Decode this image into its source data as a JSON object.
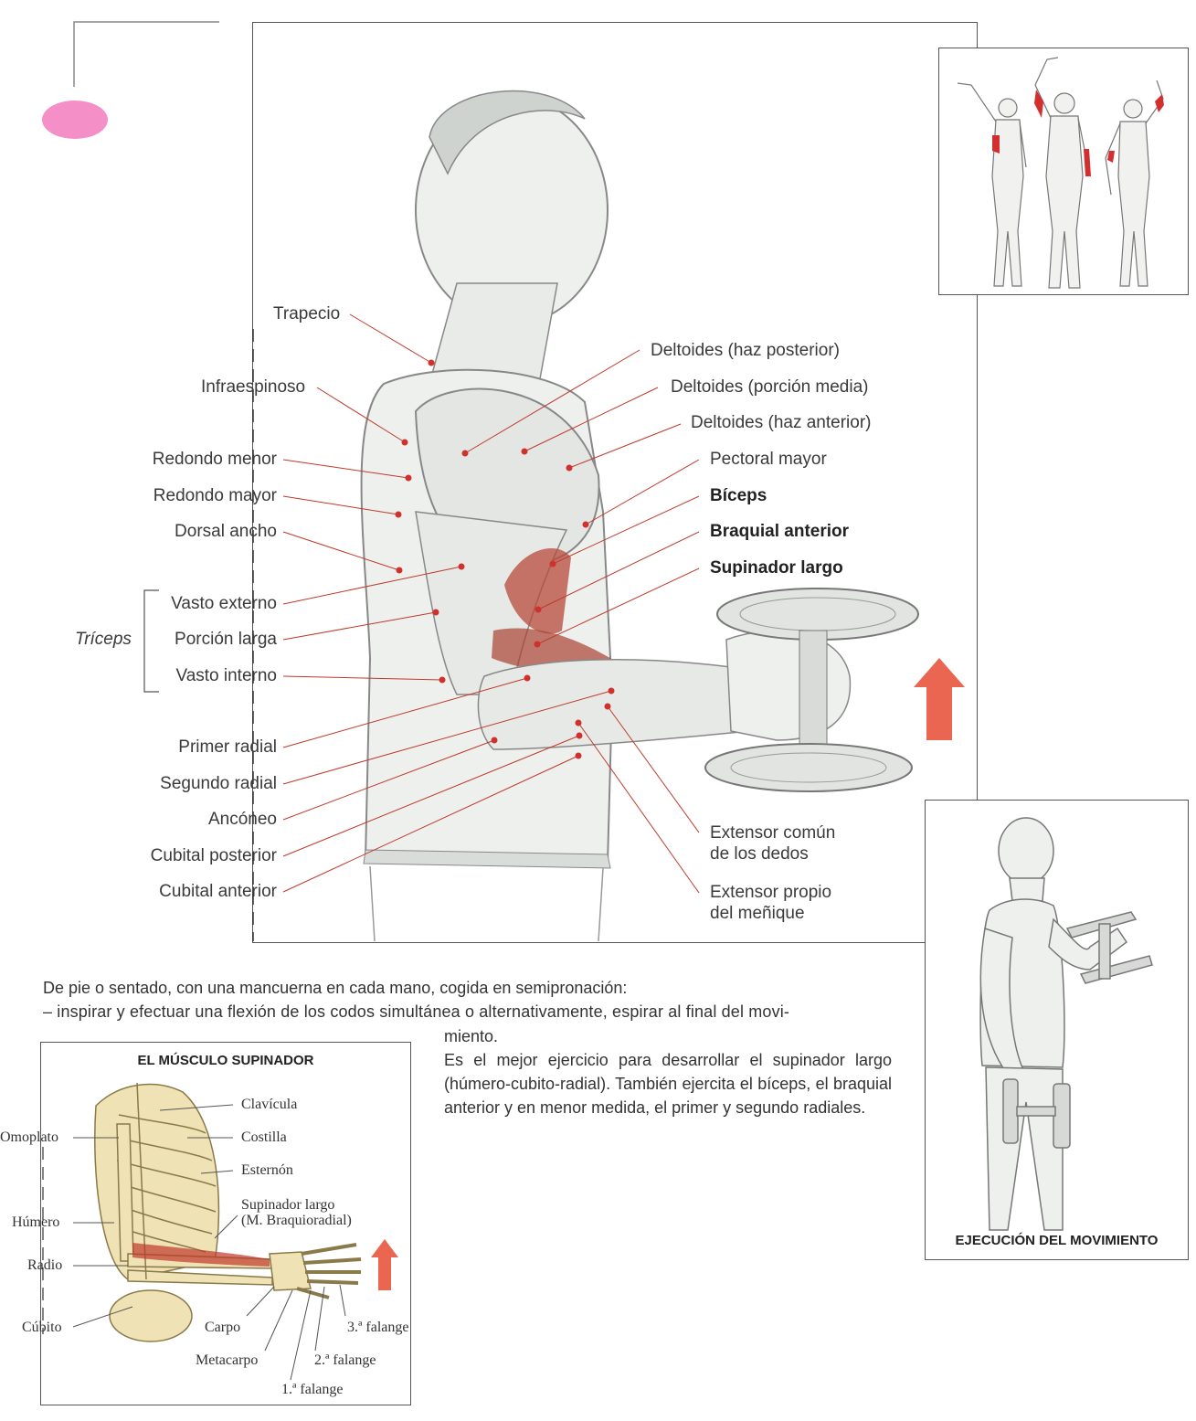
{
  "main_figure": {
    "labels_left": [
      "Trapecio",
      "Infraespinoso",
      "Redondo menor",
      "Redondo mayor",
      "Dorsal ancho"
    ],
    "triceps_group": "Tríceps",
    "triceps_labels": [
      "Vasto externo",
      "Porción larga",
      "Vasto interno"
    ],
    "labels_left_lower": [
      "Primer radial",
      "Segundo radial",
      "Ancóneo",
      "Cubital posterior",
      "Cubital anterior"
    ],
    "labels_right": [
      "Deltoides (haz posterior)",
      "Deltoides (porción media)",
      "Deltoides (haz anterior)",
      "Pectoral mayor"
    ],
    "labels_right_bold": [
      "Bíceps",
      "Braquial anterior",
      "Supinador largo"
    ],
    "labels_right_lower": [
      {
        "line1": "Extensor común",
        "line2": "de los dedos"
      },
      {
        "line1": "Extensor propio",
        "line2": "del meñique"
      }
    ]
  },
  "execution": {
    "caption": "EJECUCIÓN DEL MOVIMIENTO"
  },
  "instructions": {
    "line1": "De pie o sentado, con una mancuerna en cada mano, cogida en semipronación:",
    "line2": "– inspirar y efectuar una flexión de los codos simultánea o alternativamente, espirar al final del movi-",
    "line3": "miento.",
    "paragraph": "Es el mejor ejercicio para desarrollar el supinador largo (húmero-cubito-radial). También ejercita el bíceps, el braquial anterior y en menor medida, el primer y segundo radiales."
  },
  "supinator_inset": {
    "title": "EL MÚSCULO SUPINADOR",
    "labels": {
      "clavicula": "Clavícula",
      "omoplato": "Omoplato",
      "costilla": "Costilla",
      "esternon": "Esternón",
      "supinador1": "Supinador largo",
      "supinador2": "(M. Braquioradial)",
      "humero": "Húmero",
      "radio": "Radio",
      "cubito": "Cúbito",
      "carpo": "Carpo",
      "metacarpo": "Metacarpo",
      "falange1": "1.ª falange",
      "falange2": "2.ª falange",
      "falange3": "3.ª falange"
    }
  },
  "colors": {
    "accent_pink": "#f48fc8",
    "muscle_red": "#c0392b",
    "arrow": "#e8553e",
    "leader": "#c0392b"
  }
}
